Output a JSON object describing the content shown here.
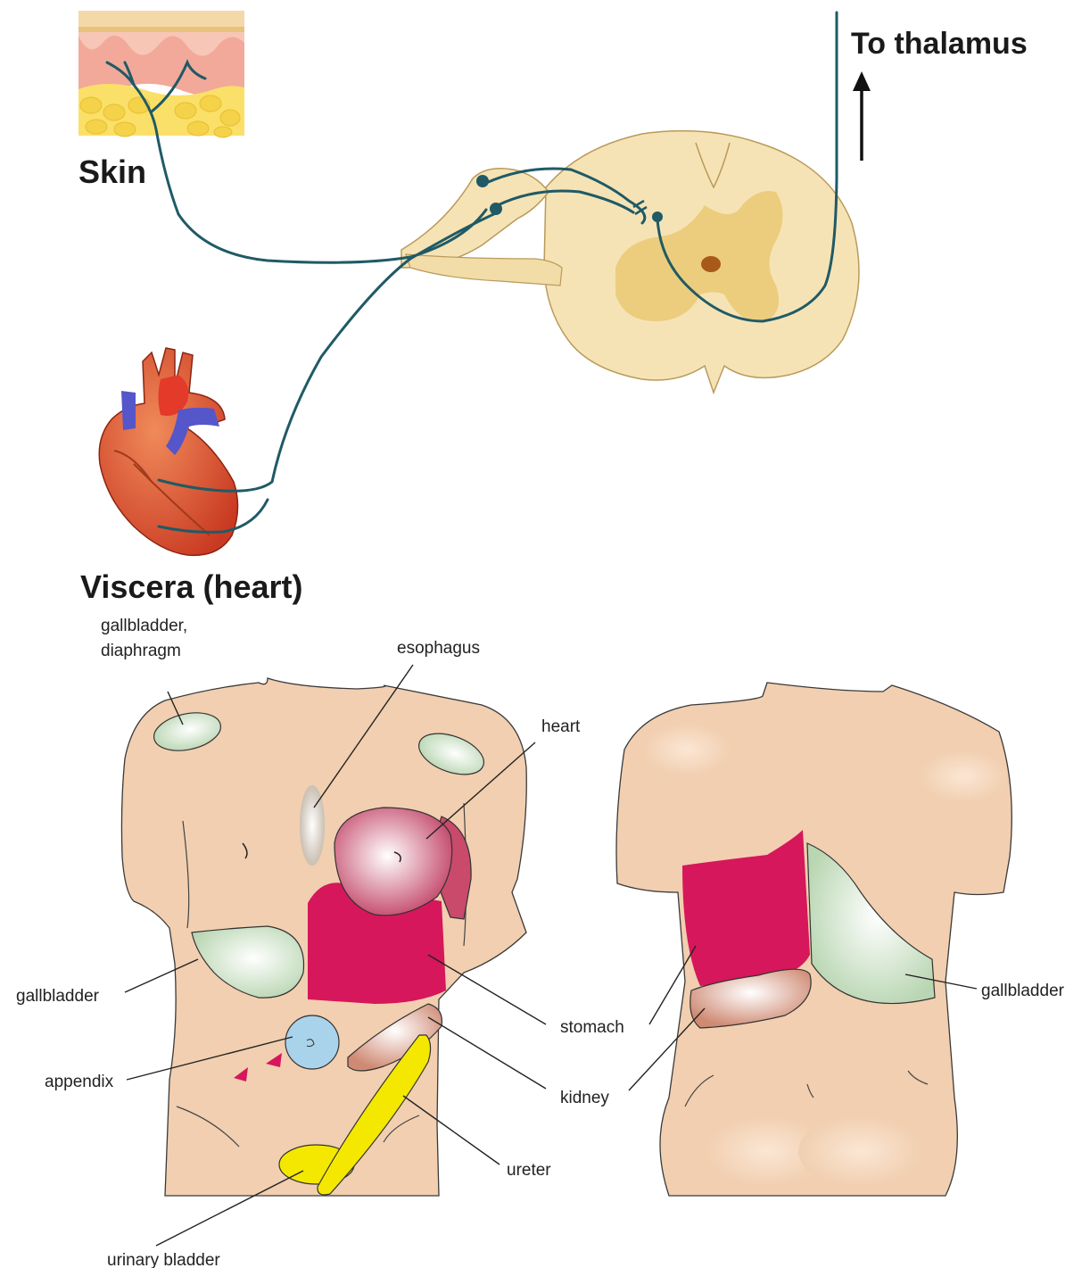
{
  "top": {
    "skin_label": "Skin",
    "viscera_label": "Viscera (heart)",
    "thalamus_label": "To thalamus"
  },
  "bottom": {
    "labels": {
      "gallbladder_diaphragm_line1": "gallbladder,",
      "gallbladder_diaphragm_line2": "diaphragm",
      "esophagus": "esophagus",
      "heart": "heart",
      "gallbladder_front": "gallbladder",
      "stomach": "stomach",
      "appendix": "appendix",
      "kidney": "kidney",
      "ureter": "ureter",
      "urinary_bladder": "urinary bladder",
      "gallbladder_back": "gallbladder"
    }
  },
  "colors": {
    "nerve": "#1f5a66",
    "skin_tone": "#f1cfb0",
    "gallbladder": "#c6dfc1",
    "heart_zone": "#c94a6a",
    "stomach": "#d6175b",
    "appendix": "#a9d3ea",
    "kidney": "#d9907a",
    "ureter_bladder": "#f5e800",
    "esophagus": "#c9beb0",
    "spinal_cord": "#f6e3b5",
    "gray_matter": "#eccd7d"
  }
}
